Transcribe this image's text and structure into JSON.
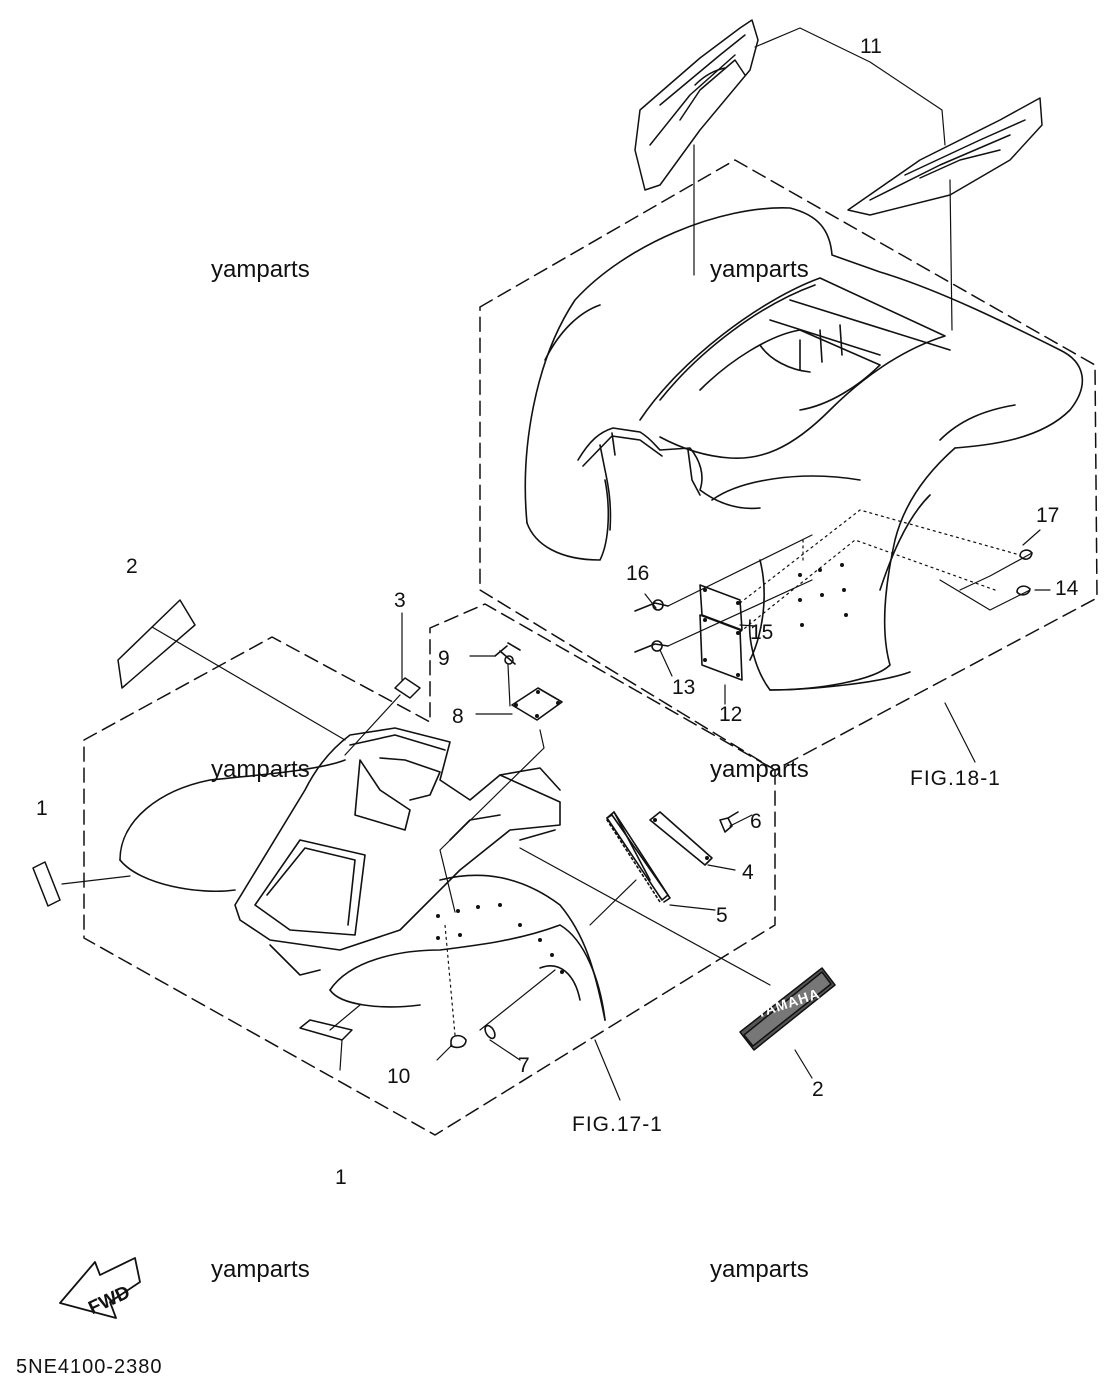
{
  "diagram": {
    "callouts": [
      {
        "id": "c1a",
        "text": "1"
      },
      {
        "id": "c1b",
        "text": "1"
      },
      {
        "id": "c2a",
        "text": "2"
      },
      {
        "id": "c2b",
        "text": "2"
      },
      {
        "id": "c3",
        "text": "3"
      },
      {
        "id": "c4",
        "text": "4"
      },
      {
        "id": "c5",
        "text": "5"
      },
      {
        "id": "c6",
        "text": "6"
      },
      {
        "id": "c7",
        "text": "7"
      },
      {
        "id": "c8",
        "text": "8"
      },
      {
        "id": "c9",
        "text": "9"
      },
      {
        "id": "c10",
        "text": "10"
      },
      {
        "id": "c11",
        "text": "11"
      },
      {
        "id": "c12",
        "text": "12"
      },
      {
        "id": "c13",
        "text": "13"
      },
      {
        "id": "c14",
        "text": "14"
      },
      {
        "id": "c15",
        "text": "15"
      },
      {
        "id": "c16",
        "text": "16"
      },
      {
        "id": "c17",
        "text": "17"
      }
    ],
    "figure_refs": {
      "rear": "FIG.18-1",
      "front": "FIG.17-1"
    },
    "watermarks": [
      "yamparts",
      "yamparts",
      "yamparts",
      "yamparts",
      "yamparts",
      "yamparts"
    ],
    "emblem_text": "YAMAHA",
    "fwd_arrow_text": "FWD",
    "diagram_code": "5NE4100-2380",
    "line_color": "#111111",
    "paper_color": "#ffffff"
  }
}
